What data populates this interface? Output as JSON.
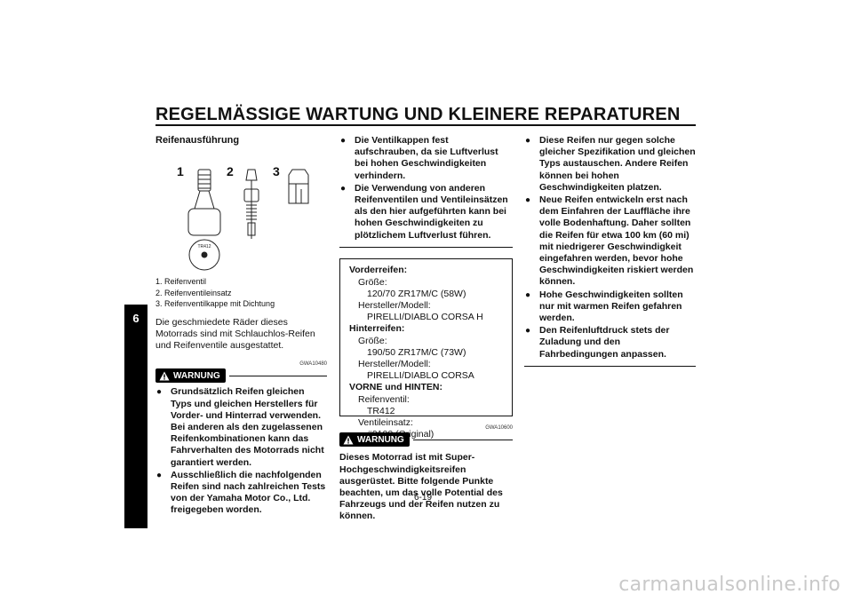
{
  "header": {
    "title": "REGELMÄSSIGE WARTUNG UND KLEINERE REPARATUREN"
  },
  "chapter_tab": {
    "number": "6"
  },
  "column1": {
    "heading": "Reifenausführung",
    "figure_numbers": [
      "1",
      "2",
      "3"
    ],
    "valve_cap_label": "TR412",
    "captions": [
      "1. Reifenventil",
      "2. Reifenventileinsatz",
      "3. Reifenventilkappe mit Dichtung"
    ],
    "body": "Die geschmiedete Räder dieses Motorrads sind mit Schlauchlos-Reifen und Reifenventile ausgestattet.",
    "warning_code": "GWA10480",
    "warning_label": "WARNUNG",
    "bullets": [
      "Grundsätzlich Reifen gleichen Typs und gleichen Herstellers für Vorder- und Hinterrad verwenden. Bei anderen als den zugelassenen Reifenkombinationen kann das Fahrverhalten des Motorrads nicht garantiert werden.",
      "Ausschließlich die nachfolgenden Reifen sind nach zahlreichen Tests von der Yamaha Motor Co., Ltd. freigegeben worden."
    ]
  },
  "column2": {
    "bullets": [
      "Die Ventilkappen fest aufschrauben, da sie Luftverlust bei hohen Geschwindigkeiten verhindern.",
      "Die Verwendung von anderen Reifenventilen und Ventileinsätzen als den hier aufgeführten kann bei hohen Geschwindigkeiten zu plötzlichem Luftverlust führen."
    ],
    "spec": {
      "front_heading": "Vorderreifen:",
      "size_label": "Größe:",
      "front_size": "120/70 ZR17M/C (58W)",
      "maker_label": "Hersteller/Modell:",
      "front_model": "PIRELLI/DIABLO CORSA H",
      "rear_heading": "Hinterreifen:",
      "rear_size": "190/50 ZR17M/C (73W)",
      "rear_model": "PIRELLI/DIABLO CORSA",
      "both_heading": "VORNE und HINTEN:",
      "valve_label": "Reifenventil:",
      "valve_value": "TR412",
      "insert_label": "Ventileinsatz:",
      "insert_value": "#9100 (Original)"
    },
    "warning_code": "GWA10600",
    "warning_label": "WARNUNG",
    "warning_text": "Dieses Motorrad ist mit Super-Hochgeschwindigkeitsreifen ausgerüstet. Bitte folgende Punkte beachten, um das volle Potential des Fahrzeugs und der Reifen nutzen zu können."
  },
  "column3": {
    "bullets": [
      "Diese Reifen nur gegen solche gleicher Spezifikation und gleichen Typs austauschen. Andere Reifen können bei hohen Geschwindigkeiten platzen.",
      "Neue Reifen entwickeln erst nach dem Einfahren der Lauffläche ihre volle Bodenhaftung. Daher sollten die Reifen für etwa 100 km (60 mi) mit niedrigerer Geschwindigkeit eingefahren werden, bevor hohe Geschwindigkeiten riskiert werden können.",
      "Hohe Geschwindigkeiten sollten nur mit warmen Reifen gefahren werden.",
      "Den Reifenluftdruck stets der Zuladung und den Fahrbedingungen anpassen."
    ]
  },
  "footer": {
    "page_number": "6-19",
    "watermark": "carmanualsonline.info"
  }
}
